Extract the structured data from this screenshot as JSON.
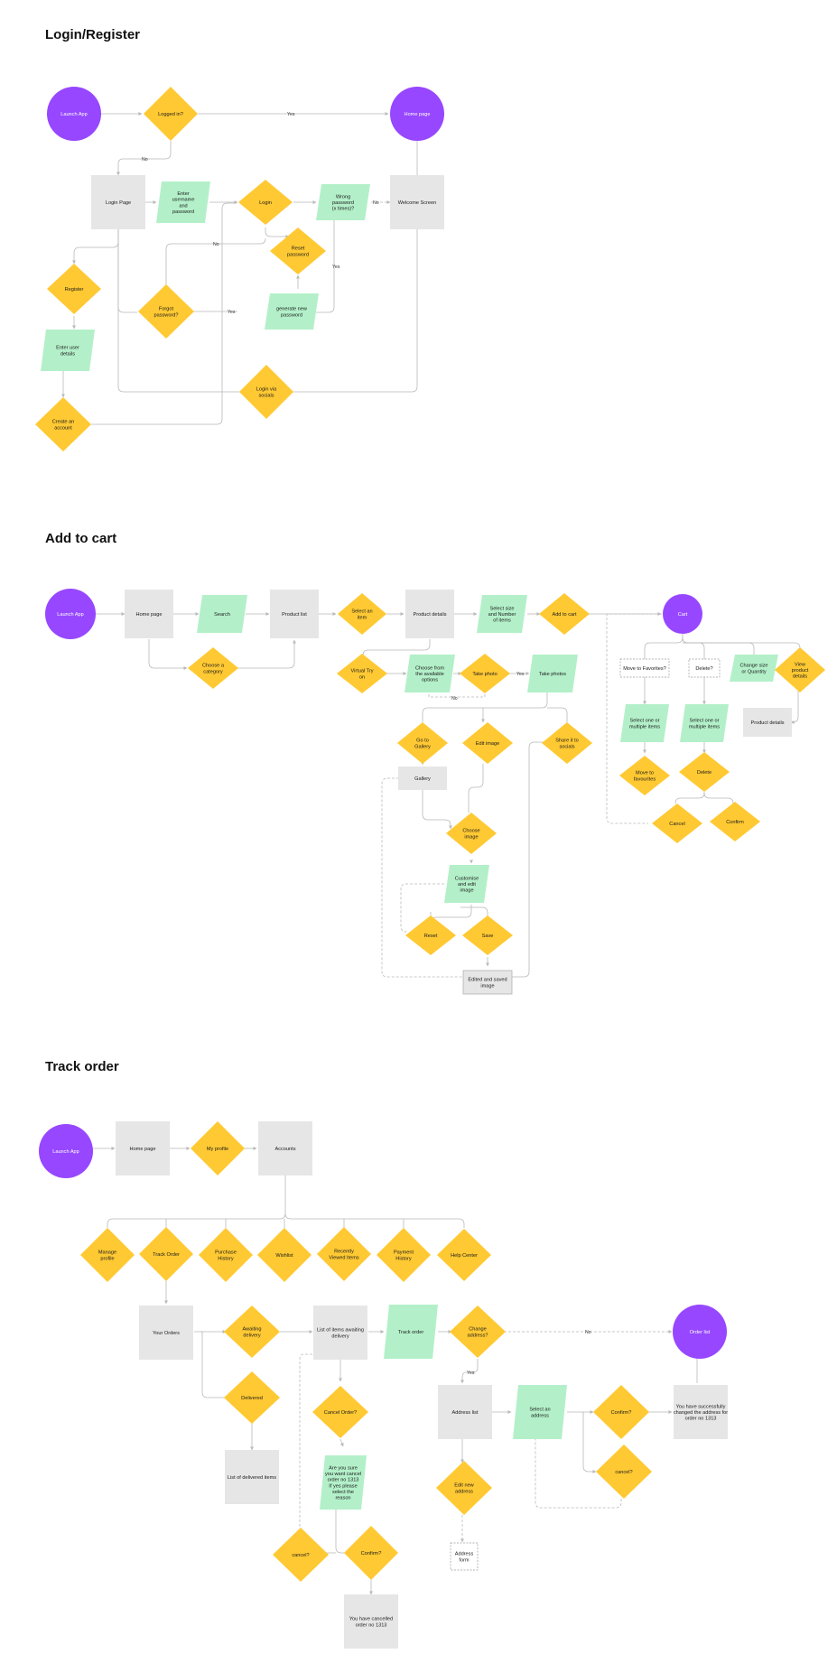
{
  "colors": {
    "terminal": "#9747FF",
    "decision": "#FFC933",
    "process": "#E6E6E6",
    "io": "#B3F0C9",
    "edge": "#B9B9B9"
  },
  "sections": [
    {
      "id": "login",
      "title": "Login/Register"
    },
    {
      "id": "cart",
      "title": "Add to cart"
    },
    {
      "id": "track",
      "title": "Track order"
    }
  ],
  "nodes": [
    {
      "id": "l_launch",
      "type": "circle",
      "text": [
        "Launch App"
      ]
    },
    {
      "id": "l_logged",
      "type": "diamond",
      "text": [
        "Logged in?"
      ]
    },
    {
      "id": "l_home",
      "type": "circle",
      "text": [
        "Home page"
      ]
    },
    {
      "id": "l_loginpage",
      "type": "rect",
      "text": [
        "Login Page"
      ]
    },
    {
      "id": "l_enter",
      "type": "para",
      "text": [
        "Enter",
        "username",
        "and",
        "password"
      ]
    },
    {
      "id": "l_login",
      "type": "diamond",
      "text": [
        "Login"
      ]
    },
    {
      "id": "l_wrong",
      "type": "para",
      "text": [
        "Wrong",
        "password",
        "(x times)?"
      ]
    },
    {
      "id": "l_welcome",
      "type": "rect",
      "text": [
        "Welcome Screen"
      ]
    },
    {
      "id": "l_reset",
      "type": "diamond",
      "text": [
        "Reset",
        "password"
      ]
    },
    {
      "id": "l_register",
      "type": "diamond",
      "text": [
        "Register"
      ]
    },
    {
      "id": "l_forgot",
      "type": "diamond",
      "text": [
        "Forgot",
        "password?"
      ]
    },
    {
      "id": "l_generate",
      "type": "para",
      "text": [
        "generate new",
        "password"
      ]
    },
    {
      "id": "l_enteruser",
      "type": "para",
      "text": [
        "Enter user",
        "details"
      ]
    },
    {
      "id": "l_socials",
      "type": "diamond",
      "text": [
        "Login via",
        "socials"
      ]
    },
    {
      "id": "l_create",
      "type": "diamond",
      "text": [
        "Create an",
        "account"
      ]
    },
    {
      "id": "c_launch",
      "type": "circle",
      "text": [
        "Launch App"
      ]
    },
    {
      "id": "c_home",
      "type": "rect",
      "text": [
        "Home page"
      ]
    },
    {
      "id": "c_search",
      "type": "para",
      "text": [
        "Search"
      ]
    },
    {
      "id": "c_plist",
      "type": "rect",
      "text": [
        "Product list"
      ]
    },
    {
      "id": "c_select",
      "type": "diamond",
      "text": [
        "Select an",
        "item"
      ]
    },
    {
      "id": "c_pdetails",
      "type": "rect",
      "text": [
        "Product details"
      ]
    },
    {
      "id": "c_size",
      "type": "para",
      "text": [
        "Select size",
        "and Number",
        "of items"
      ]
    },
    {
      "id": "c_addcart",
      "type": "diamond",
      "text": [
        "Add to cart"
      ]
    },
    {
      "id": "c_cart",
      "type": "circle",
      "text": [
        "Cart"
      ]
    },
    {
      "id": "c_category",
      "type": "diamond",
      "text": [
        "Choose a",
        "category"
      ]
    },
    {
      "id": "c_tryon",
      "type": "diamond",
      "text": [
        "Virtual Try",
        "on"
      ]
    },
    {
      "id": "c_choose",
      "type": "para",
      "text": [
        "Choose from",
        "the available",
        "options"
      ]
    },
    {
      "id": "c_takephoto",
      "type": "diamond",
      "text": [
        "Take photo"
      ]
    },
    {
      "id": "c_takephotos",
      "type": "para",
      "text": [
        "Take photos"
      ]
    },
    {
      "id": "c_movefav",
      "type": "dashed",
      "text": [
        "Move to Favorites?"
      ]
    },
    {
      "id": "c_delete",
      "type": "dashed",
      "text": [
        "Delete?"
      ]
    },
    {
      "id": "c_changesize",
      "type": "para",
      "text": [
        "Change size",
        "or Quantity"
      ]
    },
    {
      "id": "c_view",
      "type": "diamond",
      "text": [
        "View",
        "product",
        "details"
      ]
    },
    {
      "id": "c_gallery1",
      "type": "diamond",
      "text": [
        "Go to",
        "Gallery"
      ]
    },
    {
      "id": "c_editimg",
      "type": "diamond",
      "text": [
        "Edit image"
      ]
    },
    {
      "id": "c_share",
      "type": "diamond",
      "text": [
        "Share it to",
        "socials"
      ]
    },
    {
      "id": "c_selfav",
      "type": "para",
      "text": [
        "Select one or",
        "multiple items"
      ]
    },
    {
      "id": "c_seldel",
      "type": "para",
      "text": [
        "Select one or",
        "multiple items"
      ]
    },
    {
      "id": "c_pdetails2",
      "type": "rect",
      "text": [
        "Product details"
      ]
    },
    {
      "id": "c_gallery",
      "type": "rect",
      "text": [
        "Gallery"
      ]
    },
    {
      "id": "c_movefav2",
      "type": "diamond",
      "text": [
        "Move to",
        "favourites"
      ]
    },
    {
      "id": "c_deletes",
      "type": "diamond",
      "text": [
        "Delete"
      ]
    },
    {
      "id": "c_cancel",
      "type": "diamond",
      "text": [
        "Cancel"
      ]
    },
    {
      "id": "c_confirm",
      "type": "diamond",
      "text": [
        "Confirm"
      ]
    },
    {
      "id": "c_chooseimg",
      "type": "diamond",
      "text": [
        "Choose",
        "image"
      ]
    },
    {
      "id": "c_customise",
      "type": "para",
      "text": [
        "Customise",
        "and edit",
        "image"
      ]
    },
    {
      "id": "c_reset",
      "type": "diamond",
      "text": [
        "Reset"
      ]
    },
    {
      "id": "c_save",
      "type": "diamond",
      "text": [
        "Save"
      ]
    },
    {
      "id": "c_edited",
      "type": "rect2",
      "text": [
        "Edited and saved",
        "image"
      ]
    },
    {
      "id": "t_launch",
      "type": "circle",
      "text": [
        "Launch App"
      ]
    },
    {
      "id": "t_home",
      "type": "rect",
      "text": [
        "Home page"
      ]
    },
    {
      "id": "t_profile",
      "type": "diamond",
      "text": [
        "My profile"
      ]
    },
    {
      "id": "t_accounts",
      "type": "rect",
      "text": [
        "Accounts"
      ]
    },
    {
      "id": "t_manage",
      "type": "diamond",
      "text": [
        "Manage",
        "profile"
      ]
    },
    {
      "id": "t_track",
      "type": "diamond",
      "text": [
        "Track Order"
      ]
    },
    {
      "id": "t_purchase",
      "type": "diamond",
      "text": [
        "Purchase",
        "History"
      ]
    },
    {
      "id": "t_wishlist",
      "type": "diamond",
      "text": [
        "Wishlist"
      ]
    },
    {
      "id": "t_recent",
      "type": "diamond",
      "text": [
        "Recently",
        "Viewed Items"
      ]
    },
    {
      "id": "t_payment",
      "type": "diamond",
      "text": [
        "Payment",
        "History"
      ]
    },
    {
      "id": "t_help",
      "type": "diamond",
      "text": [
        "Help Center"
      ]
    },
    {
      "id": "t_yourorders",
      "type": "rect",
      "text": [
        "Your Orders"
      ]
    },
    {
      "id": "t_awaiting",
      "type": "diamond",
      "text": [
        "Awaiting",
        "delivery"
      ]
    },
    {
      "id": "t_listawaiting",
      "type": "rect",
      "text": [
        "List of items awaiting",
        "delivery"
      ]
    },
    {
      "id": "t_trackorder",
      "type": "para",
      "text": [
        "Track order"
      ]
    },
    {
      "id": "t_changeaddr",
      "type": "diamond",
      "text": [
        "Change",
        "address?"
      ]
    },
    {
      "id": "t_orderlist",
      "type": "circle",
      "text": [
        "Order list"
      ]
    },
    {
      "id": "t_delivered",
      "type": "diamond",
      "text": [
        "Delivered"
      ]
    },
    {
      "id": "t_cancelorder",
      "type": "diamond",
      "text": [
        "Cancel Order?"
      ]
    },
    {
      "id": "t_addrlist",
      "type": "rect",
      "text": [
        "Address list"
      ]
    },
    {
      "id": "t_selectaddr",
      "type": "para",
      "text": [
        "Select an",
        "address"
      ]
    },
    {
      "id": "t_confirm",
      "type": "diamond",
      "text": [
        "Confirm?"
      ]
    },
    {
      "id": "t_success",
      "type": "rect",
      "text": [
        "You have successfully",
        "changed the address for",
        "order no 1313"
      ]
    },
    {
      "id": "t_listdelivered",
      "type": "rect",
      "text": [
        "List of delivered items"
      ]
    },
    {
      "id": "t_areyousure",
      "type": "para",
      "text": [
        "Are you sure",
        "you want cancel",
        "order no 1313",
        "If yes please",
        "select the",
        "reason"
      ]
    },
    {
      "id": "t_cancel2",
      "type": "diamond",
      "text": [
        "cancel?"
      ]
    },
    {
      "id": "t_editnew",
      "type": "diamond",
      "text": [
        "Edit new",
        "address"
      ]
    },
    {
      "id": "t_addrform",
      "type": "dashed",
      "text": [
        "Address",
        "form"
      ]
    },
    {
      "id": "t_cancel3",
      "type": "diamond",
      "text": [
        "cancel?"
      ]
    },
    {
      "id": "t_confirm2",
      "type": "diamond",
      "text": [
        "Confirm?"
      ]
    },
    {
      "id": "t_cancelled",
      "type": "rect",
      "text": [
        "You have cancelled",
        "order no 1313"
      ]
    }
  ],
  "edge_labels": [
    {
      "id": "lbl_yes1",
      "text": "Yes"
    },
    {
      "id": "lbl_no1",
      "text": "No"
    },
    {
      "id": "lbl_no2",
      "text": "No"
    },
    {
      "id": "lbl_no3",
      "text": "No"
    },
    {
      "id": "lbl_yes2",
      "text": "Yes"
    },
    {
      "id": "lbl_yes3",
      "text": "Yes"
    },
    {
      "id": "lbl_yes4",
      "text": "Yes"
    },
    {
      "id": "lbl_no4",
      "text": "No"
    },
    {
      "id": "lbl_no5",
      "text": "No"
    },
    {
      "id": "lbl_yes5",
      "text": "Yes"
    }
  ]
}
